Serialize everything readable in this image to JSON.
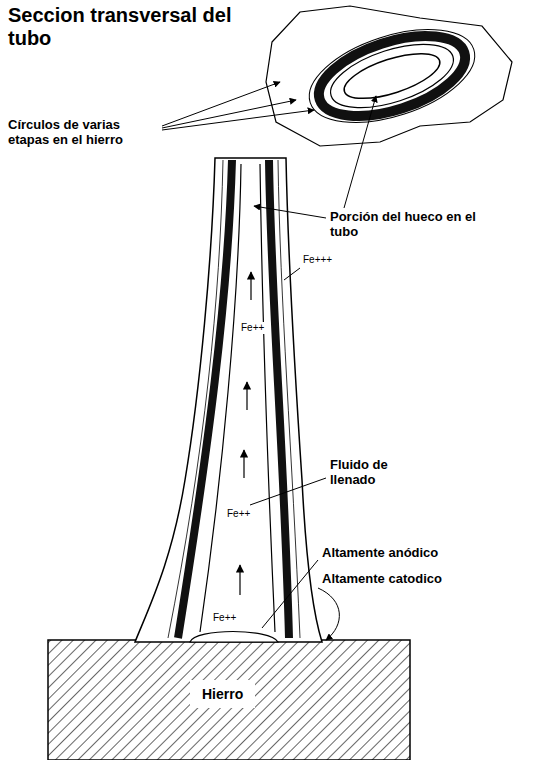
{
  "diagram": {
    "title": "Seccion transversal del tubo",
    "labels": [
      "Círculos de varias etapas en el hierro",
      "Porción del hueco en el tubo",
      "Fe+++",
      "Fe++",
      "Fluido de llenado",
      "Fe++",
      "Altamente anódico",
      "Altamente catodico",
      "Fe++",
      "Hierro"
    ]
  }
}
